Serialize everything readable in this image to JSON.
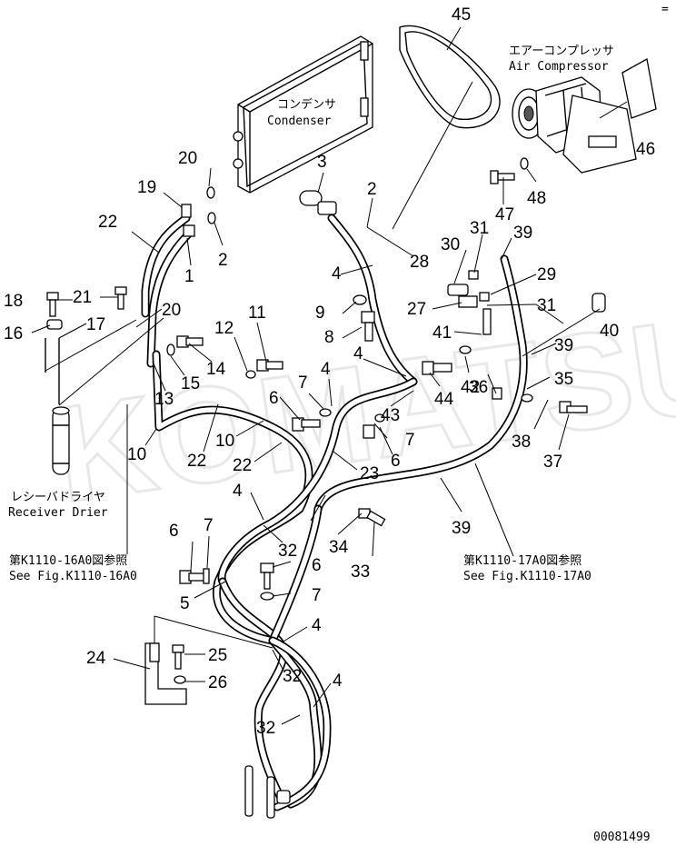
{
  "labels": {
    "condenser_jp": "コンデンサ",
    "condenser_en": "Condenser",
    "compressor_jp": "エアーコンプレッサ",
    "compressor_en": "Air Compressor",
    "receiver_jp": "レシーバドライヤ",
    "receiver_en": "Receiver Drier",
    "ref_left_jp": "第K1110-16A0図参照",
    "ref_left_en": "See Fig.K1110-16A0",
    "ref_right_jp": "第K1110-17A0図参照",
    "ref_right_en": "See Fig.K1110-17A0",
    "drawing_no": "00081499",
    "corner_mark": "="
  },
  "callouts": [
    "45",
    "46",
    "47",
    "48",
    "20",
    "19",
    "22",
    "1",
    "2",
    "3",
    "2",
    "28",
    "30",
    "31",
    "39",
    "29",
    "27",
    "31",
    "41",
    "40",
    "39",
    "18",
    "21",
    "16",
    "17",
    "20",
    "11",
    "12",
    "9",
    "8",
    "4",
    "14",
    "15",
    "13",
    "4",
    "7",
    "6",
    "4",
    "44",
    "42",
    "43",
    "36",
    "35",
    "7",
    "6",
    "10",
    "22",
    "10",
    "22",
    "23",
    "38",
    "37",
    "4",
    "32",
    "34",
    "39",
    "33",
    "6",
    "7",
    "6",
    "7",
    "5",
    "4",
    "24",
    "25",
    "26",
    "32",
    "4",
    "32"
  ]
}
